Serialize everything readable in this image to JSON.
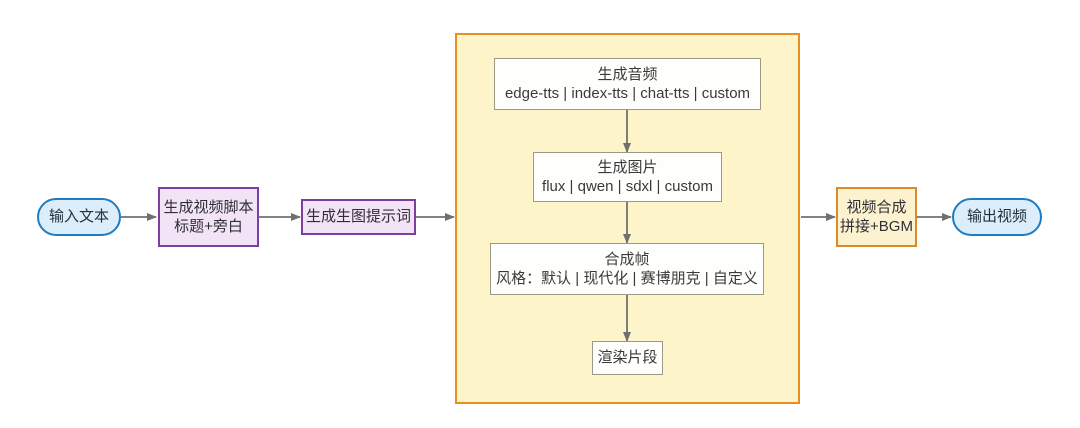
{
  "diagram": {
    "type": "flowchart",
    "direction": "left-to-right",
    "title": "",
    "background_color": "#ffffff",
    "colors": {
      "stadium_border": "#1f7cc0",
      "stadium_fill": "#dceefb",
      "purple_border": "#7b3fa0",
      "purple_fill": "#f2e3f7",
      "orange_border": "#d98b28",
      "orange_fill": "#fdf2cf",
      "subgraph_border": "#e8901f",
      "subgraph_fill": "#fdf5c9",
      "plain_border": "#9a9a86",
      "plain_fill": "#fefefc",
      "edge_color": "#707070",
      "text_color": "#333333"
    }
  },
  "nodes": {
    "input_text": {
      "label": "输入文本",
      "shape": "stadium"
    },
    "script": {
      "line1": "生成视频脚本",
      "line2": "标题+旁白",
      "shape": "rect"
    },
    "prompt": {
      "label": "生成生图提示词",
      "shape": "rect"
    },
    "audio": {
      "title": "生成音频",
      "options": "edge-tts | index-tts | chat-tts | custom",
      "shape": "rect"
    },
    "image": {
      "title": "生成图片",
      "options": "flux | qwen | sdxl | custom",
      "shape": "rect"
    },
    "frame": {
      "title": "合成帧",
      "options": "风格：默认 | 现代化 | 赛博朋克 | 自定义",
      "shape": "rect"
    },
    "render": {
      "label": "渲染片段",
      "shape": "rect"
    },
    "video": {
      "line1": "视频合成",
      "line2": "拼接+BGM",
      "shape": "rect"
    },
    "output_video": {
      "label": "输出视频",
      "shape": "stadium"
    }
  },
  "edges": [
    {
      "from": "input_text",
      "to": "script",
      "label": ""
    },
    {
      "from": "script",
      "to": "prompt",
      "label": ""
    },
    {
      "from": "prompt",
      "to": "pipeline",
      "label": ""
    },
    {
      "from": "audio",
      "to": "image",
      "label": ""
    },
    {
      "from": "image",
      "to": "frame",
      "label": ""
    },
    {
      "from": "frame",
      "to": "render",
      "label": ""
    },
    {
      "from": "pipeline",
      "to": "video",
      "label": ""
    },
    {
      "from": "video",
      "to": "output_video",
      "label": ""
    }
  ]
}
